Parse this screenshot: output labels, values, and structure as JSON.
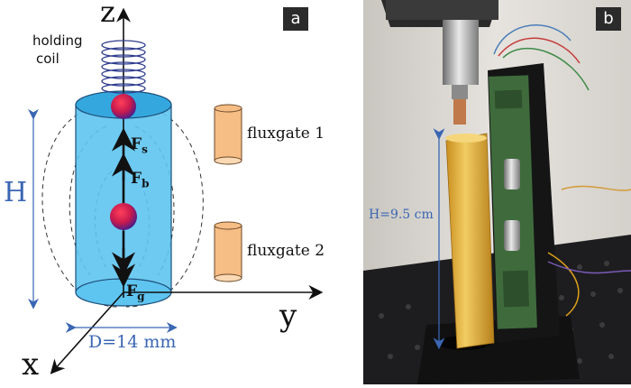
{
  "panel_a": {
    "badge": "a",
    "axes": {
      "z": "z",
      "y": "y",
      "x": "x"
    },
    "holding_coil": [
      "holding",
      "coil"
    ],
    "fluxgate_1": "fluxgate 1",
    "fluxgate_2": "fluxgate 2",
    "height_label": "H",
    "diameter_label": "D=14 mm",
    "forces": {
      "fs_main": "F",
      "fs_sub": "s",
      "fb_main": "F",
      "fb_sub": "b",
      "fg_main": "F",
      "fg_sub": "g"
    }
  },
  "panel_b": {
    "badge": "b",
    "height_label": "H=9.5 cm"
  },
  "colors": {
    "cylinder": "#5ec4f0",
    "cylinder_top": "#34a8de",
    "fluxgate": "#f6bd85",
    "coil": "#2f3d8f",
    "annotation_blue": "#3a66b3",
    "tube": "#e2b03c"
  }
}
